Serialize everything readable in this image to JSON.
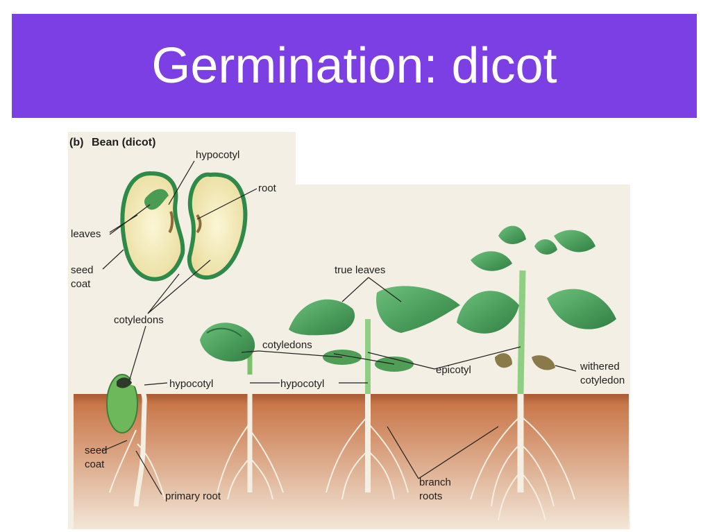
{
  "slide": {
    "title": "Germination: dicot"
  },
  "figure": {
    "panel_label": "(b)",
    "panel_title": "Bean (dicot)",
    "labels": {
      "hypocotyl_top": "hypocotyl",
      "root": "root",
      "leaves": "leaves",
      "seed_coat_1": "seed",
      "seed_coat_2": "coat",
      "cotyledons_top": "cotyledons",
      "true_leaves": "true leaves",
      "cotyledons_mid": "cotyledons",
      "epicotyl": "epicotyl",
      "withered_1": "withered",
      "withered_2": "cotyledon",
      "hypocotyl_a": "hypocotyl",
      "hypocotyl_b": "hypocotyl",
      "seed_coat_low_1": "seed",
      "seed_coat_low_2": "coat",
      "primary_root": "primary root",
      "branch_roots_1": "branch",
      "branch_roots_2": "roots"
    }
  },
  "colors": {
    "title_bg": "#7b3fe4",
    "soil": "#c9784a",
    "background_tan": "#f3efe4",
    "leaf_green": "#3f9a55",
    "seed_cream": "#f2e9b8"
  }
}
